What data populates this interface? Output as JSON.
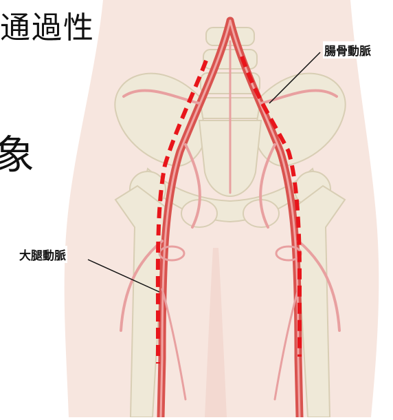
{
  "heading": {
    "text": "通過性",
    "partial_char": "象"
  },
  "labels": {
    "iliac_artery": "腸骨動脈",
    "femoral_artery": "大腿動脈"
  },
  "colors": {
    "artery": "#d9534f",
    "artery_light": "#e8a0a0",
    "bone": "#efe9d8",
    "bone_edge": "#d8ceb4",
    "skin": "#f7e6df",
    "dashed_path": "#e8151b"
  }
}
